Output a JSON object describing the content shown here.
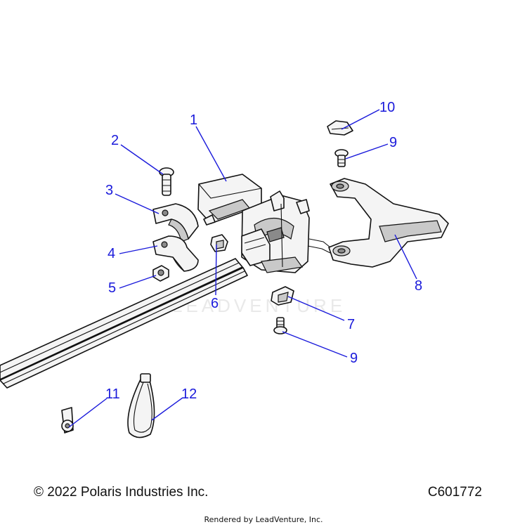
{
  "callouts": [
    "1",
    "2",
    "3",
    "4",
    "5",
    "6",
    "7",
    "8",
    "9",
    "9",
    "10",
    "11",
    "12"
  ],
  "watermark": "LEADVENTURE",
  "footer": {
    "copyright": "© 2022 Polaris Industries Inc.",
    "diagram_id": "C601772",
    "rendered_by": "Rendered by LeadVenture, Inc."
  },
  "colors": {
    "callout": "#1a1adb",
    "outline": "#111111",
    "fill": "#f4f4f4"
  }
}
